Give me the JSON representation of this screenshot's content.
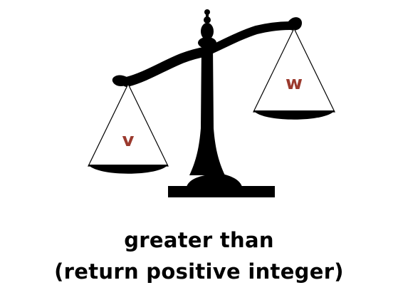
{
  "scale": {
    "left_pan_label": "v",
    "right_pan_label": "w",
    "label_color": "#9b3a2e",
    "scale_color": "#000000"
  },
  "caption": {
    "line1": "greater than",
    "line2": "(return positive integer)"
  }
}
